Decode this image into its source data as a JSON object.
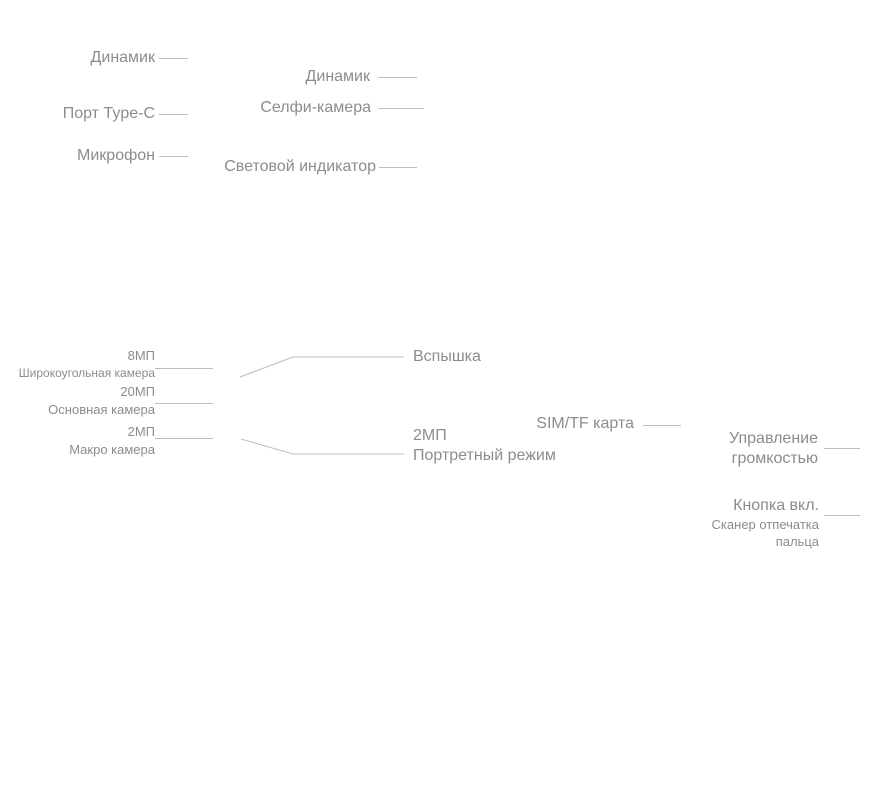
{
  "front": {
    "left": {
      "speaker": "Динамик",
      "port": "Порт Type-C",
      "mic": "Микрофон"
    },
    "right": {
      "speaker": "Динамик",
      "selfie": "Селфи-камера",
      "indicator": "Световой индикатор"
    }
  },
  "rear": {
    "cam_wide": {
      "mp": "8МП",
      "desc": "Широкоугольная камера"
    },
    "cam_main": {
      "mp": "20МП",
      "desc": "Основная камера"
    },
    "cam_macro": {
      "mp": "2МП",
      "desc": "Макро камера"
    },
    "flash": "Вспышка",
    "portrait": {
      "mp": "2МП",
      "desc": "Портретный режим"
    }
  },
  "side": {
    "sim": "SIM/TF карта",
    "volume": {
      "line1": "Управление",
      "line2": "громкостью"
    },
    "power": {
      "line1": "Кнопка вкл.",
      "line2": "Сканер отпечатка",
      "line3": "пальца"
    }
  }
}
